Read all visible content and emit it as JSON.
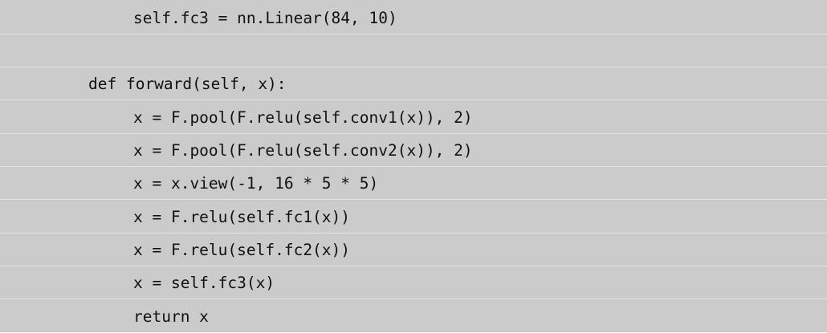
{
  "code": {
    "lines": [
      "self.fc3 = nn.Linear(84, 10)",
      "",
      "def forward(self, x):",
      "x = F.pool(F.relu(self.conv1(x)), 2)",
      "x = F.pool(F.relu(self.conv2(x)), 2)",
      "x = x.view(-1, 16 * 5 * 5)",
      "x = F.relu(self.fc1(x))",
      "x = F.relu(self.fc2(x))",
      "x = self.fc3(x)",
      "return x"
    ]
  }
}
